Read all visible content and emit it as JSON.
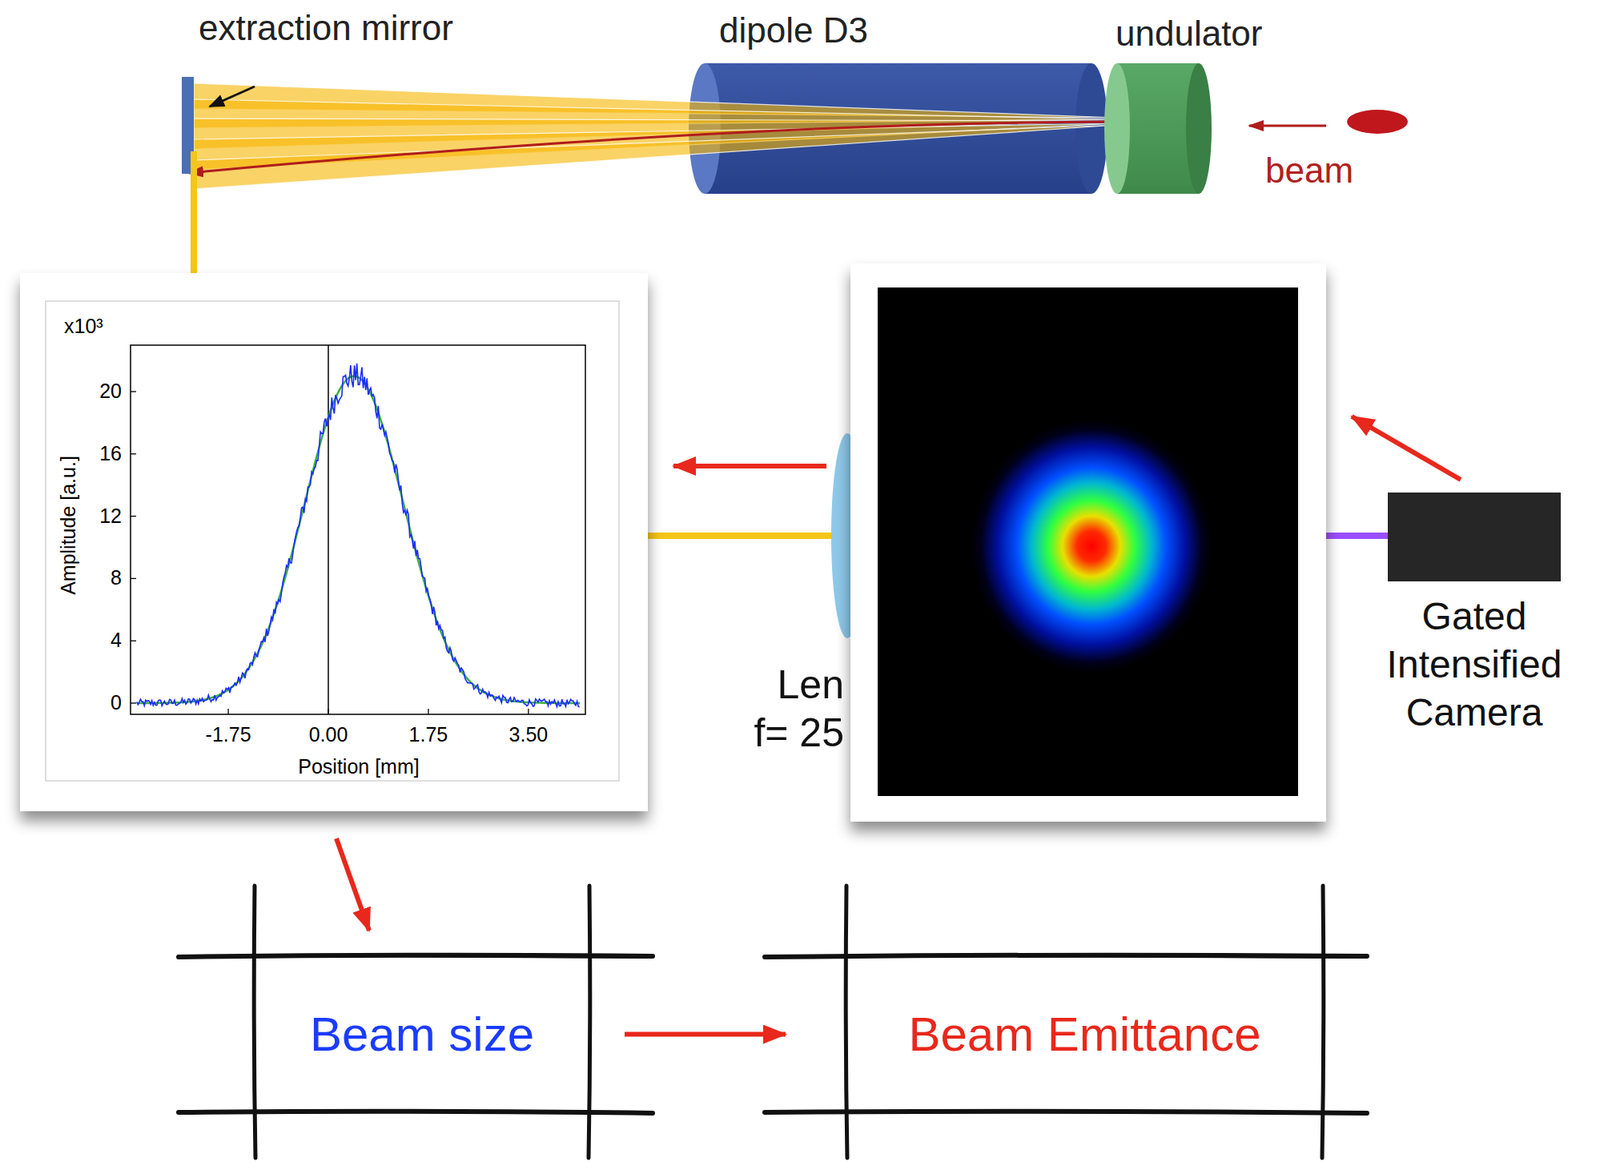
{
  "diagram": {
    "nodes": [
      {
        "text": [
          "Gated Intensified Camera"
        ]
      },
      {
        "text": [
          "Beam size"
        ]
      },
      {
        "text": [
          "Beam Emittance"
        ]
      }
    ],
    "edges": [
      {
        "from": 1,
        "to": 2,
        "arrow": "to"
      }
    ],
    "labels": [
      "extraction mirror",
      "dipole D3",
      "undulator",
      "beam",
      "x10³",
      "20",
      "16",
      "12",
      "8",
      "4",
      "0",
      "-1.75",
      "0.00",
      "1.75",
      "3.50",
      "Amplitude [a.u.]",
      "Position [mm]",
      "Len",
      "f= 25"
    ]
  }
}
